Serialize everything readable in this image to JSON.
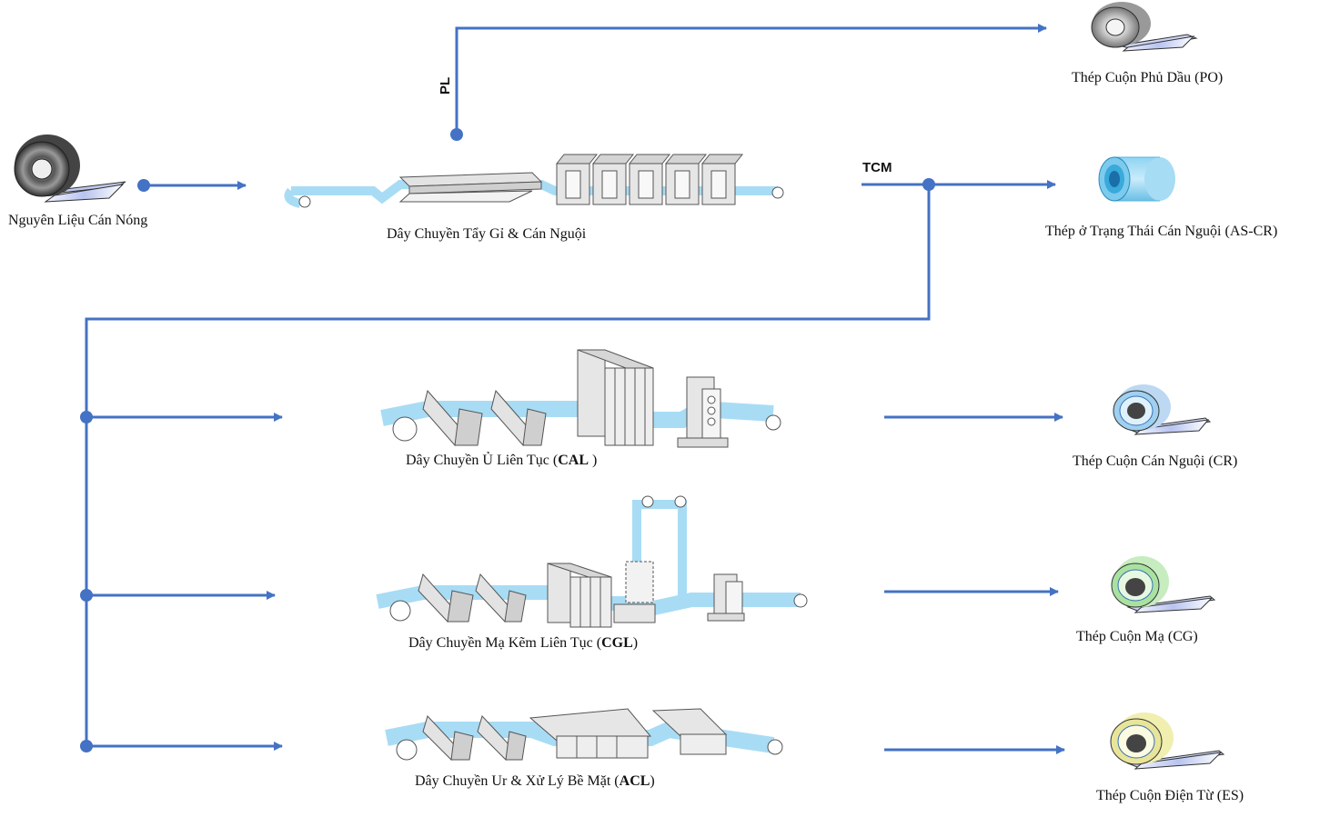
{
  "colors": {
    "flow_line": "#4472c4",
    "belt": "#a8dcf5",
    "machine_fill": "#e6e6e6",
    "machine_stroke": "#555555"
  },
  "input": {
    "label": "Nguyên Liệu Cán Nóng",
    "icon": "hot-rolled-coil-icon"
  },
  "pickling": {
    "label": "Dây Chuyền Tẩy Gỉ & Cán Nguội",
    "branch_pl": "PL",
    "branch_tcm": "TCM"
  },
  "outputs": {
    "po": "Thép Cuộn Phủ Dầu (PO)",
    "ascr": "Thép ở Trạng Thái Cán Nguội (AS-CR)",
    "cr": "Thép Cuộn Cán Nguội (CR)",
    "cg": "Thép Cuộn Mạ (CG)",
    "es": "Thép Cuộn Điện Từ (ES)"
  },
  "lines": {
    "cal": {
      "prefix": "Dây Chuyền Ủ Liên Tục (",
      "code": "CAL",
      "suffix": " )"
    },
    "cgl": {
      "prefix": "Dây Chuyền Mạ Kẽm Liên Tục (",
      "code": "CGL",
      "suffix": ")"
    },
    "acl": {
      "prefix": "Dây Chuyền Ur & Xử Lý Bề Mặt (",
      "code": "ACL",
      "suffix": ")"
    }
  }
}
